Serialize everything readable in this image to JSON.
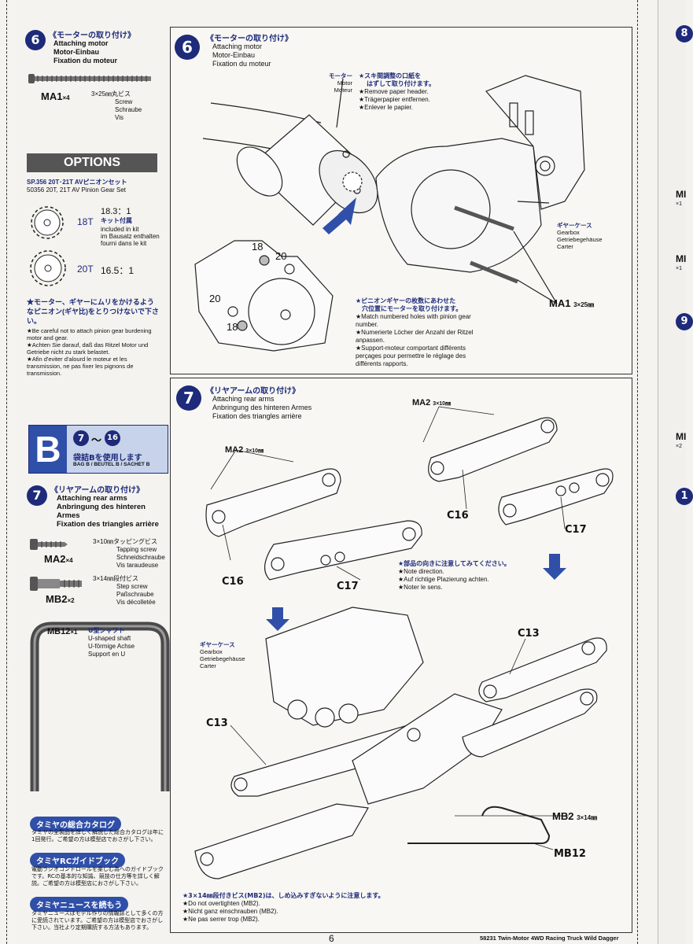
{
  "left": {
    "step6": {
      "num": "6",
      "title_jp": "《モーターの取り付け》",
      "title_en": "Attaching motor",
      "title_de": "Motor-Einbau",
      "title_fr": "Fixation du moteur",
      "part_code": "MA1",
      "part_qty": "×4",
      "part_size": "3×25㎜丸ビス",
      "part_en": "Screw",
      "part_de": "Schraube",
      "part_fr": "Vis"
    },
    "options": {
      "header": "OPTIONS",
      "line1": "SP.356  20T･21T AVピニオンセット",
      "line2": "50356 20T, 21T AV Pinion Gear Set",
      "gear18_label": "18T",
      "gear18_ratio": "18.3：1",
      "gear18_jp": "キット付属",
      "gear18_en": "included in kit",
      "gear18_de": "im Bausatz enthalten",
      "gear18_fr": "fourni dans le kit",
      "gear20_label": "20T",
      "gear20_ratio": "16.5：1",
      "note_jp": "★モーター、ギヤーにムリをかけるようなピニオン(ギヤ比)をとりつけないで下さい。",
      "note_en": "★Be careful not to attach pinion gear burdening motor and gear.",
      "note_de": "★Achten Sie darauf, daß das Ritzel Motor und Getriebe nicht zu stark belastet.",
      "note_fr": "★Afin d'eviter d'alourd le moteur et les transmission, ne pas fixer les pignons de transmission."
    },
    "bag": {
      "letter": "B",
      "from": "7",
      "tilde": "～",
      "to": "16",
      "jp": "袋詰Bを使用します",
      "en": "BAG B / BEUTEL B / SACHET B"
    },
    "step7": {
      "num": "7",
      "title_jp": "《リヤアームの取り付け》",
      "title_en": "Attaching rear arms",
      "title_de": "Anbringung des hinteren Armes",
      "title_fr": "Fixation des triangles arrière",
      "ma2_code": "MA2",
      "ma2_qty": "×4",
      "ma2_size": "3×10㎜タッピングビス",
      "ma2_en": "Tapping screw",
      "ma2_de": "Schneidschraube",
      "ma2_fr": "Vis taraudeuse",
      "mb2_code": "MB2",
      "mb2_qty": "×2",
      "mb2_size": "3×14㎜段付ビス",
      "mb2_en": "Step screw",
      "mb2_de": "Paßschraube",
      "mb2_fr": "Vis décolletée",
      "mb12_code": "MB12",
      "mb12_qty": "×1",
      "mb12_jp": "U型シャフト",
      "mb12_en": "U-shaped shaft",
      "mb12_de": "U-förmige Achse",
      "mb12_fr": "Support en U"
    },
    "promos": [
      {
        "head": "タミヤの総合カタログ",
        "text": "タミヤの全製品を詳しく解説した総合カタログは年に1回発行。ご希望の方は模型店でおさがし下さい。"
      },
      {
        "head": "タミヤRCガイドブック",
        "text": "電動ラジオコントロールを楽しむ為へのガイドブックです。RCの基本的な知識、競技の仕方等を詳しく解説。ご希望の方は模型店におさがし下さい。"
      },
      {
        "head": "タミヤニュースを読もう",
        "text": "タミヤニュースはモデル作りの情報誌として多くの方に愛読されています。ご希望の方は模型店でおさがし下さい。当社より定期購読する方法もあります。"
      }
    ]
  },
  "panel6": {
    "num": "6",
    "title_jp": "《モーターの取り付け》",
    "title_en": "Attaching motor",
    "title_de": "Motor-Einbau",
    "title_fr": "Fixation du moteur",
    "motor_jp": "モーター",
    "motor_en": "Motor",
    "motor_de": "Moteur",
    "paper_jp1": "★スキ間調整の口紙を",
    "paper_jp2": "はずして取り付けます。",
    "paper_en": "★Remove paper header.",
    "paper_de": "★Trägerpapier entfernen.",
    "paper_fr": "★Enlever le papier.",
    "gearbox_jp": "ギヤーケース",
    "gearbox_en": "Gearbox",
    "gearbox_de": "Getriebegehäuse",
    "gearbox_fr": "Carter",
    "ma1": "MA1",
    "ma1_size": "3×25㎜",
    "hole18a": "18",
    "hole20a": "20",
    "hole20b": "20",
    "hole18b": "18",
    "pin_jp1": "★ピニオンギヤーの枚数にあわせた",
    "pin_jp2": "穴位置にモーターを取り付けます。",
    "pin_en": "★Match numbered holes with pinion gear number.",
    "pin_de": "★Numerierte Löcher der Anzahl der Ritzel anpassen.",
    "pin_fr": "★Support-moteur comportant différents perçages pour permettre le réglage des différents rapports."
  },
  "panel7": {
    "num": "7",
    "title_jp": "《リヤアームの取り付け》",
    "title_en": "Attaching rear arms",
    "title_de": "Anbringung des hinteren Armes",
    "title_fr": "Fixation des triangles arrière",
    "ma2_left": "MA2",
    "ma2_left_size": "3×10㎜",
    "ma2_right": "MA2",
    "ma2_right_size": "3×10㎜",
    "c16_left": "C16",
    "c17_left": "C17",
    "c16_right": "C16",
    "c17_right": "C17",
    "dir_jp": "★部品の向きに注意してみてください。",
    "dir_en": "★Note direction.",
    "dir_de": "★Auf richtige Plazierung achten.",
    "dir_fr": "★Noter le sens.",
    "gearbox_jp": "ギヤーケース",
    "gearbox_en": "Gearbox",
    "gearbox_de": "Getriebegehäuse",
    "gearbox_fr": "Carter",
    "c13_top": "C13",
    "c13_left": "C13",
    "mb2": "MB2",
    "mb2_size": "3×14㎜",
    "mb12": "MB12",
    "warn_jp": "★3×14㎜段付きビス(MB2)は、しめ込みすぎないように注意します。",
    "warn_en": "★Do not overtighten (MB2).",
    "warn_de": "★Nicht ganz einschrauben (MB2).",
    "warn_fr": "★Ne pas serrer trop (MB2)."
  },
  "footer": {
    "page": "6",
    "caption": "58231 Twin-Motor 4WD Racing Truck Wild Dagger"
  },
  "right_edge": {
    "n8": "8",
    "n9": "9",
    "n10": "1",
    "mb_a": "MI",
    "mb_a_qty": "×1",
    "mb_b": "MI",
    "mb_b_qty": "×1",
    "mb_c": "MI",
    "mb_c_qty": "×2"
  }
}
